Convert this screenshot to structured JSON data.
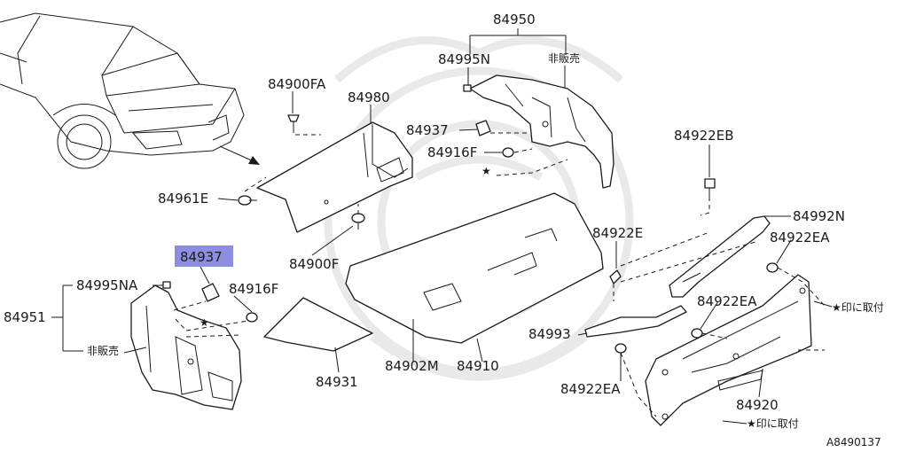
{
  "diagram": {
    "figure_id": "A8490137",
    "callouts": [
      {
        "id": "c1",
        "text": "84950"
      },
      {
        "id": "c2",
        "text": "84995N"
      },
      {
        "id": "c3",
        "text": "非販売"
      },
      {
        "id": "c4",
        "text": "84900FA"
      },
      {
        "id": "c5",
        "text": "84980"
      },
      {
        "id": "c6",
        "text": "84937"
      },
      {
        "id": "c7",
        "text": "84916F"
      },
      {
        "id": "c8",
        "text": "84922EB"
      },
      {
        "id": "c9",
        "text": "84961E"
      },
      {
        "id": "c10",
        "text": "84992N"
      },
      {
        "id": "c11",
        "text": "84922E"
      },
      {
        "id": "c12",
        "text": "84922EA"
      },
      {
        "id": "c13",
        "text": "84937",
        "highlighted": true
      },
      {
        "id": "c14",
        "text": "84900F"
      },
      {
        "id": "c15",
        "text": "84995NA"
      },
      {
        "id": "c16",
        "text": "84916F"
      },
      {
        "id": "c17",
        "text": "84951"
      },
      {
        "id": "c18",
        "text": "★印に取付"
      },
      {
        "id": "c19",
        "text": "84922EA"
      },
      {
        "id": "c20",
        "text": "84993"
      },
      {
        "id": "c21",
        "text": "非販売"
      },
      {
        "id": "c22",
        "text": "84922EA"
      },
      {
        "id": "c23",
        "text": "84931"
      },
      {
        "id": "c24",
        "text": "84902M"
      },
      {
        "id": "c25",
        "text": "84910"
      },
      {
        "id": "c26",
        "text": "84920"
      },
      {
        "id": "c27",
        "text": "★印に取付"
      }
    ],
    "star_marks": [
      "★",
      "★"
    ],
    "highlight_color": "#8c8fe0"
  }
}
